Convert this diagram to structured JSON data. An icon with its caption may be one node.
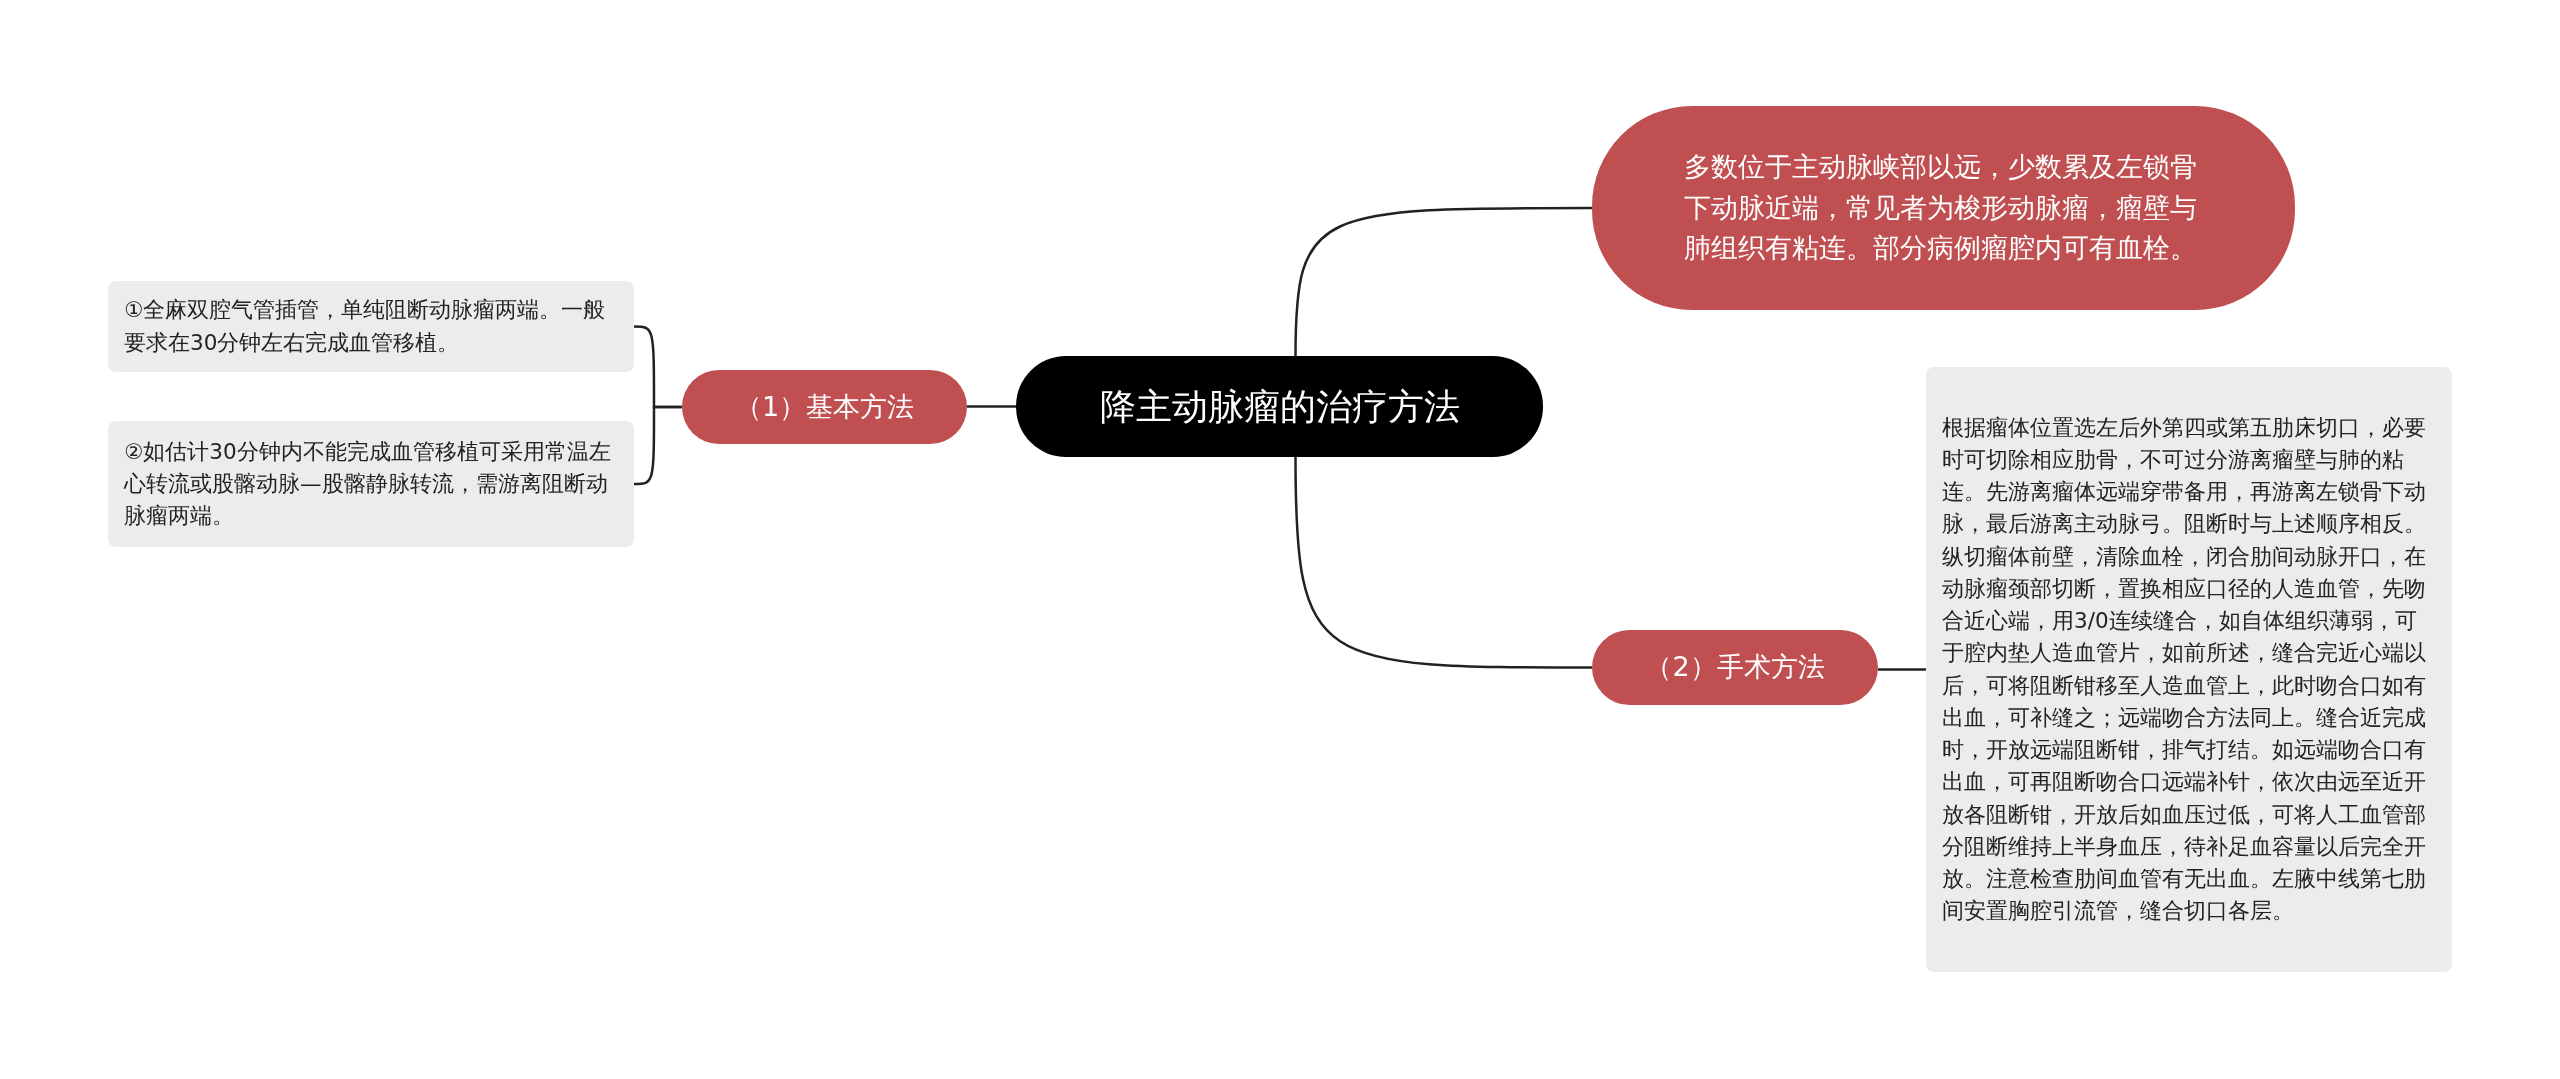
{
  "diagram": {
    "nodes": [
      {
        "text": [
          "降主动脉瘤的治疗方法"
        ]
      },
      {
        "text": [
          "多数位于主动脉峡部以远，少数累及左锁骨下动脉近端，常见者为梭形动脉瘤，瘤壁与肺组织有粘连。部分病例瘤腔内可有血栓。"
        ]
      },
      {
        "text": [
          "（1）基本方法"
        ]
      },
      {
        "text": [
          "①全麻双腔气管插管，单纯阻断动脉瘤两端。一般要求在30分钟左右完成血管移植。"
        ]
      },
      {
        "text": [
          "②如估计30分钟内不能完成血管移植可采用常温左心转流或股髂动脉—股髂静脉转流，需游离阻断动脉瘤两端。"
        ]
      },
      {
        "text": [
          "（2）手术方法"
        ]
      },
      {
        "text": [
          "根据瘤体位置选左后外第四或第五肋床切口，必要时可切除相应肋骨，不可过分游离瘤壁与肺的粘连。先游离瘤体远端穿带备用，再游离左锁骨下动脉，最后游离主动脉弓。阻断时与上述顺序相反。纵切瘤体前壁，清除血栓，闭合肋间动脉开口，在动脉瘤颈部切断，置换相应口径的人造血管，先吻合近心端，用3/0连续缝合，如自体组织薄弱，可于腔内垫人造血管片，如前所述，缝合完近心端以后，可将阻断钳移至人造血管上，此时吻合口如有出血，可补缝之；远端吻合方法同上。缝合近完成时，开放远端阻断钳，排气打结。如远端吻合口有出血，可再阻断吻合口远端补针，依次由远至近开放各阻断钳，开放后如血压过低，可将人工血管部分阻断维持上半身血压，待补足血容量以后完全开放。注意检查肋间血管有无出血。左腋中线第七肋间安置胸腔引流管，缝合切口各层。"
        ]
      }
    ],
    "edges": [
      {
        "from": 0,
        "to": 1,
        "arrow": "none"
      },
      {
        "from": 0,
        "to": 2,
        "arrow": "none"
      },
      {
        "from": 0,
        "to": 5,
        "arrow": "none"
      },
      {
        "from": 2,
        "to": 3,
        "arrow": "none"
      },
      {
        "from": 2,
        "to": 4,
        "arrow": "none"
      },
      {
        "from": 5,
        "to": 6,
        "arrow": "none"
      }
    ]
  }
}
